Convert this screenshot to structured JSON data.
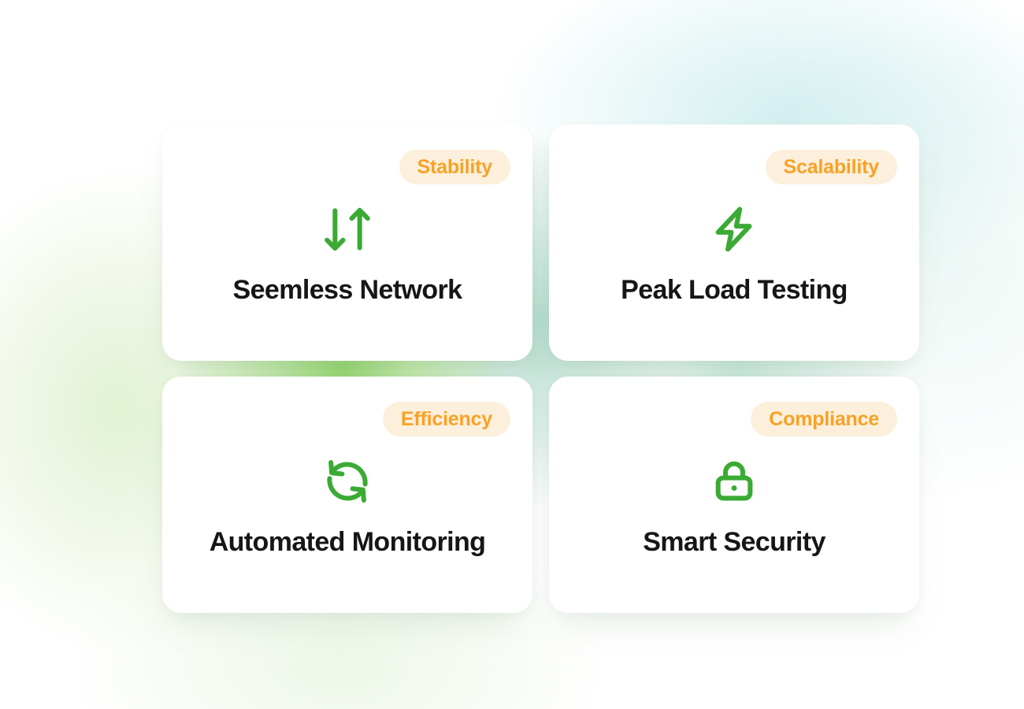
{
  "colors": {
    "badge_text": "#F7A227",
    "badge_bg": "#FCEFDB",
    "icon_green": "#3BAA34",
    "title_text": "#161616",
    "card_bg": "#FFFFFF"
  },
  "cards": [
    {
      "badge": "Stability",
      "title": "Seemless Network",
      "icon": "arrows-down-up-icon"
    },
    {
      "badge": "Scalability",
      "title": "Peak Load Testing",
      "icon": "lightning-bolt-icon"
    },
    {
      "badge": "Efficiency",
      "title": "Automated Monitoring",
      "icon": "sync-arrows-icon"
    },
    {
      "badge": "Compliance",
      "title": "Smart Security",
      "icon": "lock-icon"
    }
  ]
}
